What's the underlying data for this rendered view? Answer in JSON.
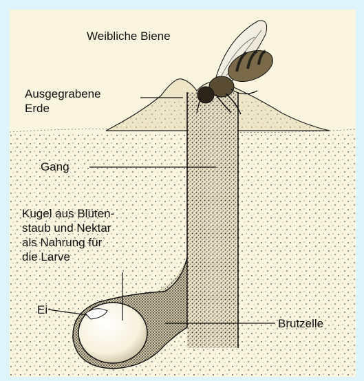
{
  "diagram": {
    "labels": {
      "bee": "Weibliche Biene",
      "excavated_soil": "Ausgegrabene\nErde",
      "tunnel": "Gang",
      "pollen_ball": "Kugel aus Blüten-\nstaub und Nektar\nals Nahrung für\ndie Larve",
      "egg": "Ei",
      "brood_cell": "Brutzelle"
    },
    "colors": {
      "background": "#dff3fa",
      "paper": "#fbf5df",
      "ink": "#111111"
    }
  }
}
